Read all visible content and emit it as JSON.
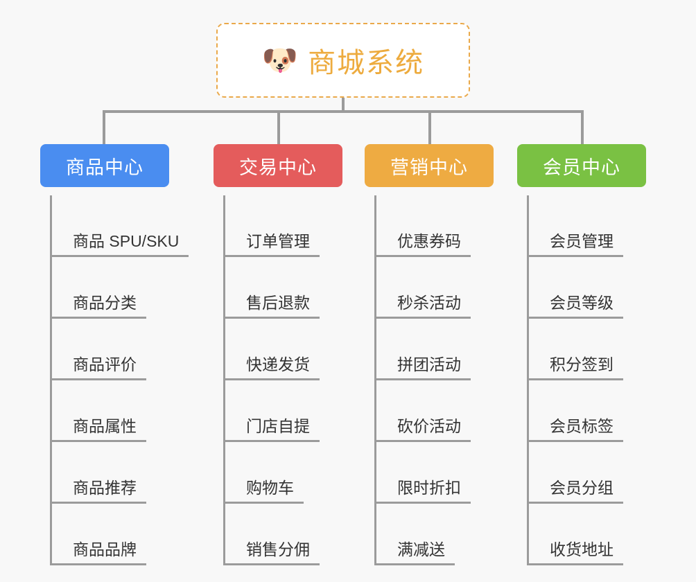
{
  "background_color": "#f8f8f8",
  "root": {
    "icon": "dog-face-emoji",
    "icon_glyph": "🐶",
    "title": "商城系统",
    "title_color": "#edab3e",
    "border_color": "#eaa94a",
    "border_style": "dashed"
  },
  "connector_color": "#9b9b9b",
  "columns": [
    {
      "name": "product-center",
      "title": "商品中心",
      "color": "#4a8df0",
      "items": [
        "商品 SPU/SKU",
        "商品分类",
        "商品评价",
        "商品属性",
        "商品推荐",
        "商品品牌"
      ]
    },
    {
      "name": "trade-center",
      "title": "交易中心",
      "color": "#e45c5c",
      "items": [
        "订单管理",
        "售后退款",
        "快递发货",
        "门店自提",
        "购物车",
        "销售分佣"
      ]
    },
    {
      "name": "marketing-center",
      "title": "营销中心",
      "color": "#eeab42",
      "items": [
        "优惠券码",
        "秒杀活动",
        "拼团活动",
        "砍价活动",
        "限时折扣",
        "满减送"
      ]
    },
    {
      "name": "member-center",
      "title": "会员中心",
      "color": "#7ac143",
      "items": [
        "会员管理",
        "会员等级",
        "积分签到",
        "会员标签",
        "会员分组",
        "收货地址"
      ]
    }
  ]
}
